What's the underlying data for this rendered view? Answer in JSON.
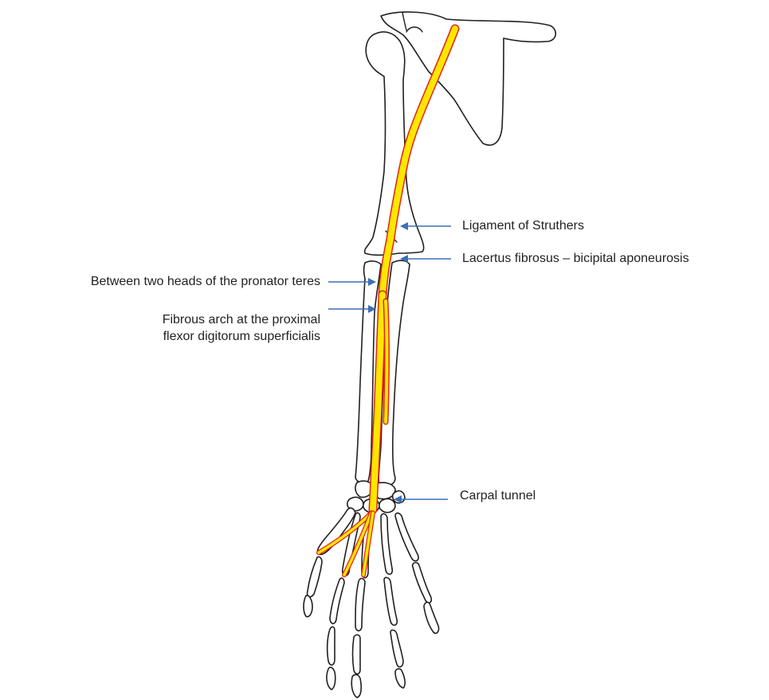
{
  "annotations": {
    "struthers": "Ligament of Struthers",
    "lacertus": "Lacertus fibrosus – bicipital aponeurosis",
    "pronator": "Between two heads of the pronator teres",
    "fibrous_line1": "Fibrous arch at the proximal",
    "fibrous_line2": "flexor digitorum superficialis",
    "carpal": "Carpal tunnel"
  },
  "colors": {
    "nerve_fill": "#ffe600",
    "nerve_outline": "#e2231a",
    "arrow": "#3d6fb6",
    "bone_outline": "#231f20"
  }
}
